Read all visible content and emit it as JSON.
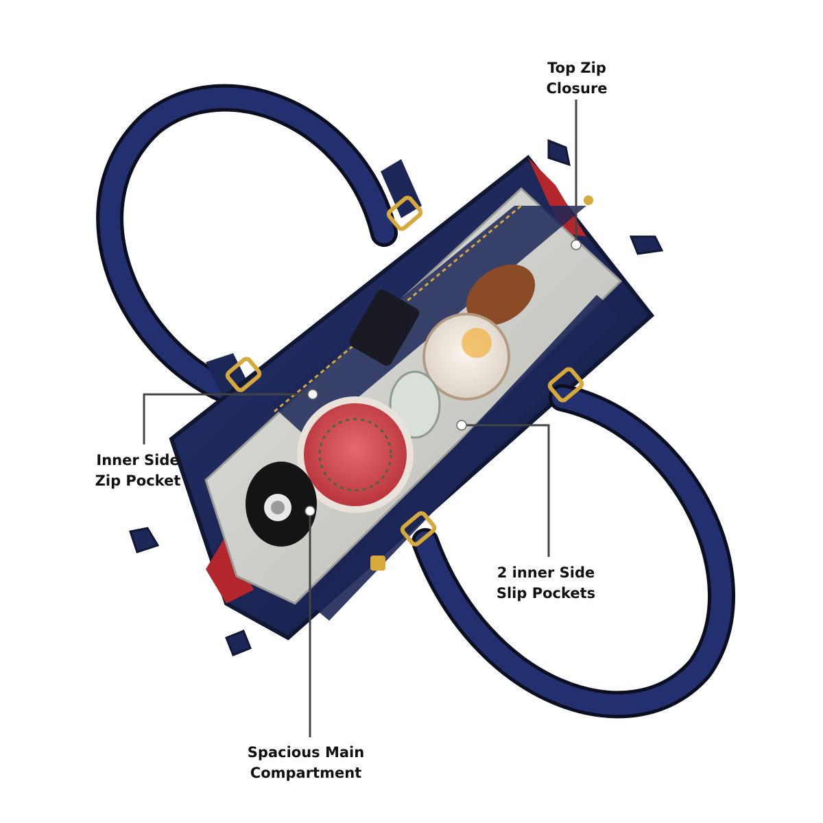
{
  "image": {
    "subject": "handbag-top-view",
    "colors": {
      "body": "#1c2757",
      "body_dark": "#0f1733",
      "handle_edge": "#0a0e1f",
      "lining": "#cfcfcb",
      "accent_red": "#b3262b",
      "hardware_gold": "#d7a93a",
      "leader_line": "#444444",
      "dot": "#ffffff"
    }
  },
  "callouts": {
    "top_zip": {
      "line1": "Top Zip",
      "line2": "Closure"
    },
    "inner_zip": {
      "line1": "Inner Side",
      "line2": "Zip Pocket"
    },
    "slip_pockets": {
      "line1": "2 inner Side",
      "line2": "Slip Pockets"
    },
    "main_compartment": {
      "line1": "Spacious Main",
      "line2": "Compartment"
    }
  }
}
